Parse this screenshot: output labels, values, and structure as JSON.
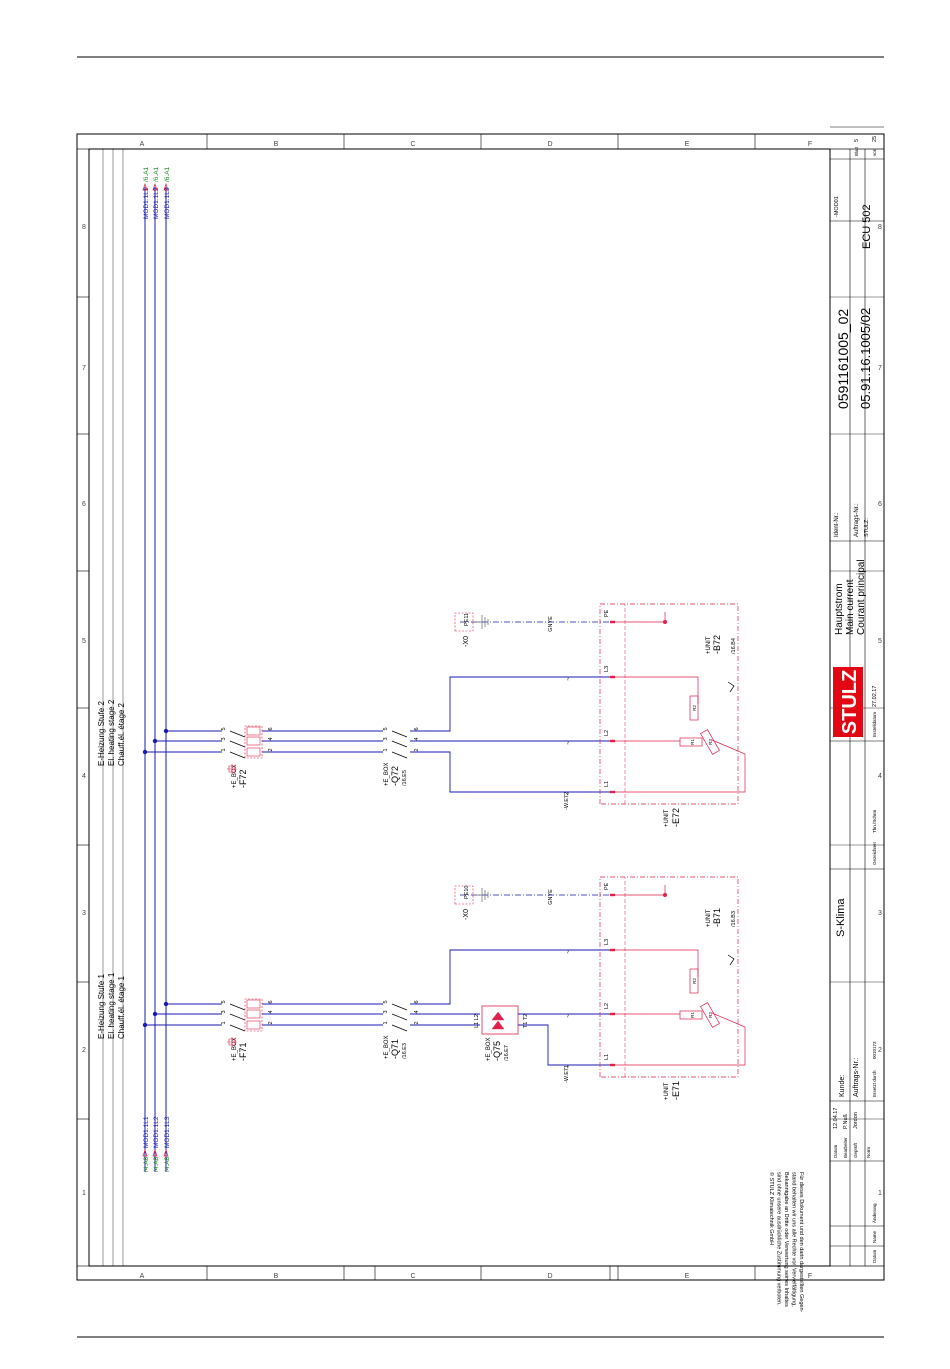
{
  "colors": {
    "frame": "#000000",
    "wire": "#1a1ab0",
    "component": "#e0204a",
    "ref_green": "#1a8a1a",
    "brand": "#e30613",
    "grid": "#444444"
  },
  "grid": {
    "rows": [
      "A",
      "B",
      "C",
      "D",
      "E",
      "F"
    ],
    "cols": [
      "1",
      "2",
      "3",
      "4",
      "5",
      "6",
      "7",
      "8"
    ]
  },
  "wires": {
    "left_refs": [
      "/4.A8",
      "/4.A8",
      "/4.A8"
    ],
    "left_labels": [
      "MOD1:1L1",
      "MOD1:1L2",
      "MOD1:1L3"
    ],
    "right_refs": [
      "/6.A1",
      "/6.A1",
      "/6.A1"
    ],
    "right_labels": [
      "MOD1:1L1",
      "MOD1:1L2",
      "MOD1:1L3"
    ]
  },
  "stage1": {
    "title": [
      "E-Heizung Stufe 1",
      "El. heating stage 1",
      "Chauff.él. étage 1"
    ],
    "fuse": {
      "box": "+E_BOX",
      "name": "-F71",
      "top_pins": [
        "1",
        "3",
        "5"
      ],
      "bottom_pins": [
        "2",
        "4",
        "6"
      ]
    },
    "contactor": {
      "box": "+E_BOX",
      "name": "-Q71",
      "ref": "/16.E3",
      "top_pins": [
        "1",
        "3",
        "5"
      ],
      "bottom_pins": [
        "2",
        "4",
        "6"
      ]
    },
    "relay": {
      "box": "+E_BOX",
      "name": "-Q75",
      "ref": "/16.E7",
      "top_pins": "L1 L2",
      "bottom_pins": "T1 T2"
    },
    "wire_tag": "-W.E71",
    "gnye": "GNYE",
    "ground": {
      "name": "-X0",
      "pin": "PE10"
    },
    "terminals": [
      "L1",
      "L2",
      "L3",
      "PE"
    ],
    "heater": {
      "box": "+UNIT",
      "name": "-E71",
      "r1": "R1",
      "r2": "R2",
      "r3": "R3"
    },
    "thermostat": {
      "box": "+UNIT",
      "name": "-B71",
      "ref": "/16.B3"
    }
  },
  "stage2": {
    "title": [
      "E-Heizung Stufe 2",
      "El. heating stage 2",
      "Chauff.él. étage 2"
    ],
    "fuse": {
      "box": "+E_BOX",
      "name": "-F72",
      "top_pins": [
        "1",
        "3",
        "5"
      ],
      "bottom_pins": [
        "2",
        "4",
        "6"
      ]
    },
    "contactor": {
      "box": "+E_BOX",
      "name": "-Q72",
      "ref": "/16.E5",
      "top_pins": [
        "1",
        "3",
        "5"
      ],
      "bottom_pins": [
        "2",
        "4",
        "6"
      ]
    },
    "wire_tag": "-W.E72",
    "gnye": "GNYE",
    "ground": {
      "name": "-X0",
      "pin": "PE11"
    },
    "terminals": [
      "L1",
      "L2",
      "L3",
      "PE"
    ],
    "heater": {
      "box": "+UNIT",
      "name": "-E72",
      "r1": "R1",
      "r2": "R2",
      "r3": "R3"
    },
    "thermostat": {
      "box": "+UNIT",
      "name": "-B72",
      "ref": "/16.B4"
    }
  },
  "notice": [
    "Für dieses Dokument und den darin dargestellten Gegen-",
    "stand behalten wir uns alle Rechte vor. Vervielfältigung,",
    "Bekanntgabe an Dritte oder Verwertung seines Inhaltes",
    "sind ohne unsere ausdrückliche Zustimmung verboten.",
    "© STULZ Klimatechnik GmbH"
  ],
  "titleblock": {
    "rev_labels": [
      "Datum",
      "Name",
      "Änderung"
    ],
    "datum_label": "Datum",
    "datum": "12.04.17",
    "bearb_label": "Bearbeiter",
    "bearb": "P.Nuß",
    "gepr_label": "Geprüft",
    "gepr": "Jordon",
    "norm_label": "Norm",
    "kunde_label": "Kunde:",
    "kunde": "S-Klima",
    "auftrag_label": "Auftrags-Nr.:",
    "ersetzt_label": "Ersetzt durch",
    "ersetzt": "0010173",
    "gez_label": "Gezeichnet",
    "gez": "Thn./Schrm",
    "brand": "STULZ",
    "erstellt_label": "Erstelldatum",
    "erstellt": "27.02.17",
    "title": [
      "Hauptstrom",
      "Main current",
      "Courant principal"
    ],
    "ident_label": "Ident-Nr.:",
    "ident": "0591161005_02",
    "auftr_label": "Auftrags-Nr.:",
    "auftr": "05.91.16.1005/02",
    "stulz_label": "STULZ:",
    "module": "-MOD01",
    "ecu": "ECU 502",
    "blatt_label": "Blatt",
    "blatt": "5",
    "von_label": "von",
    "von": "25"
  }
}
